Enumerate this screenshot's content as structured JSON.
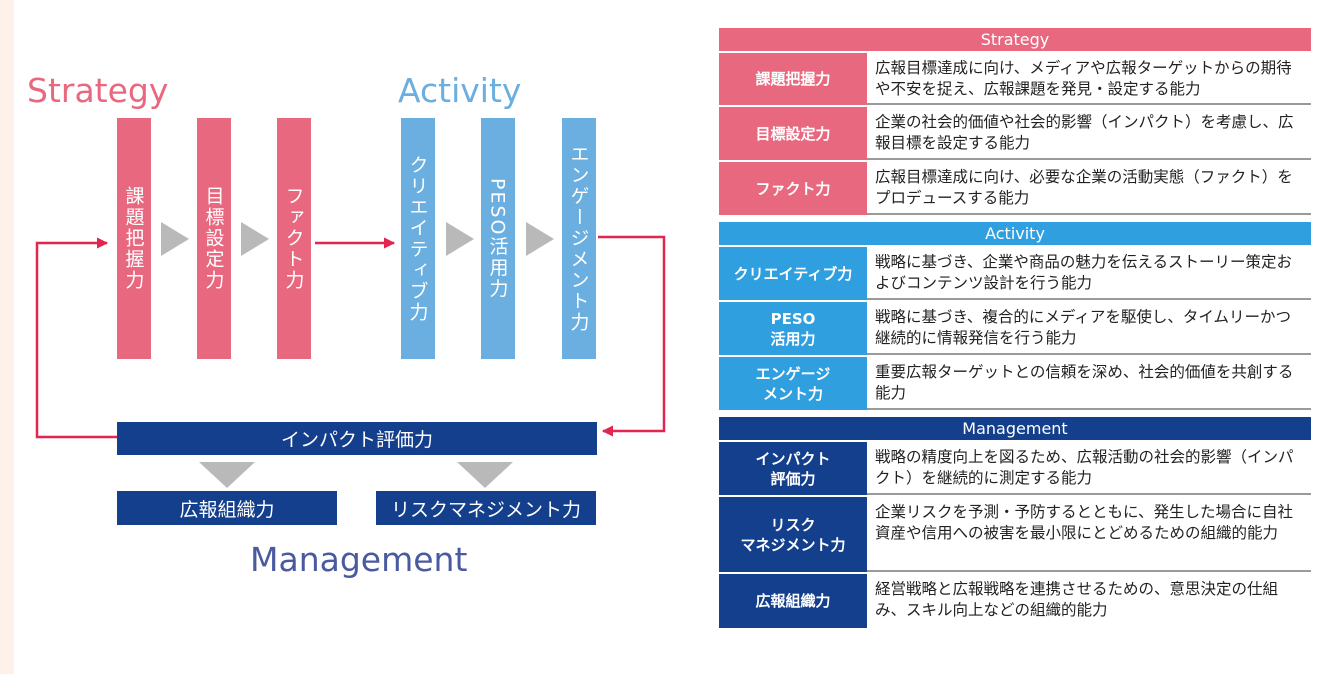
{
  "diagram": {
    "headings": {
      "strategy": "Strategy",
      "activity": "Activity",
      "management": "Management"
    },
    "strategy_bars": [
      "課題把握力",
      "目標設定力",
      "ファクト力"
    ],
    "activity_bars": [
      "クリエイティブ力",
      "PESO活用力",
      "エンゲージメント力"
    ],
    "impact_bar": "インパクト評価力",
    "management_bars": [
      "広報組織力",
      "リスクマネジメント力"
    ]
  },
  "table": {
    "strategy": {
      "header": "Strategy",
      "rows": [
        {
          "term": "課題把握力",
          "definition": "広報目標達成に向け、メディアや広報ターゲットからの期待や不安を捉え、広報課題を発見・設定する能力"
        },
        {
          "term": "目標設定力",
          "definition": "企業の社会的価値や社会的影響（インパクト）を考慮し、広報目標を設定する能力"
        },
        {
          "term": "ファクト力",
          "definition": "広報目標達成に向け、必要な企業の活動実態（ファクト）をプロデュースする能力"
        }
      ]
    },
    "activity": {
      "header": "Activity",
      "rows": [
        {
          "term": "クリエイティブ力",
          "definition": "戦略に基づき、企業や商品の魅力を伝えるストーリー策定およびコンテンツ設計を行う能力"
        },
        {
          "term_line1": "PESO",
          "term_line2": "活用力",
          "definition": "戦略に基づき、複合的にメディアを駆使し、タイムリーかつ継続的に情報発信を行う能力"
        },
        {
          "term_line1": "エンゲージ",
          "term_line2": "メント力",
          "definition": "重要広報ターゲットとの信頼を深め、社会的価値を共創する能力"
        }
      ]
    },
    "management": {
      "header": "Management",
      "rows": [
        {
          "term_line1": "インパクト",
          "term_line2": "評価力",
          "definition": "戦略の精度向上を図るため、広報活動の社会的影響（インパクト）を継続的に測定する能力"
        },
        {
          "term_line1": "リスク",
          "term_line2": "マネジメント力",
          "definition": "企業リスクを予測・予防するとともに、発生した場合に自社資産や信用への被害を最小限にとどめるための組織的能力"
        },
        {
          "term": "広報組織力",
          "definition": "経営戦略と広報戦略を連携させるための、意思決定の仕組み、スキル向上などの組織的能力"
        }
      ]
    }
  },
  "colors": {
    "strategy": "#e8697f",
    "activity": "#6aafe0",
    "activity_header": "#2f9fdf",
    "management": "#133f8c",
    "arrow": "#e2264f",
    "chevron": "#b9b9b9"
  }
}
